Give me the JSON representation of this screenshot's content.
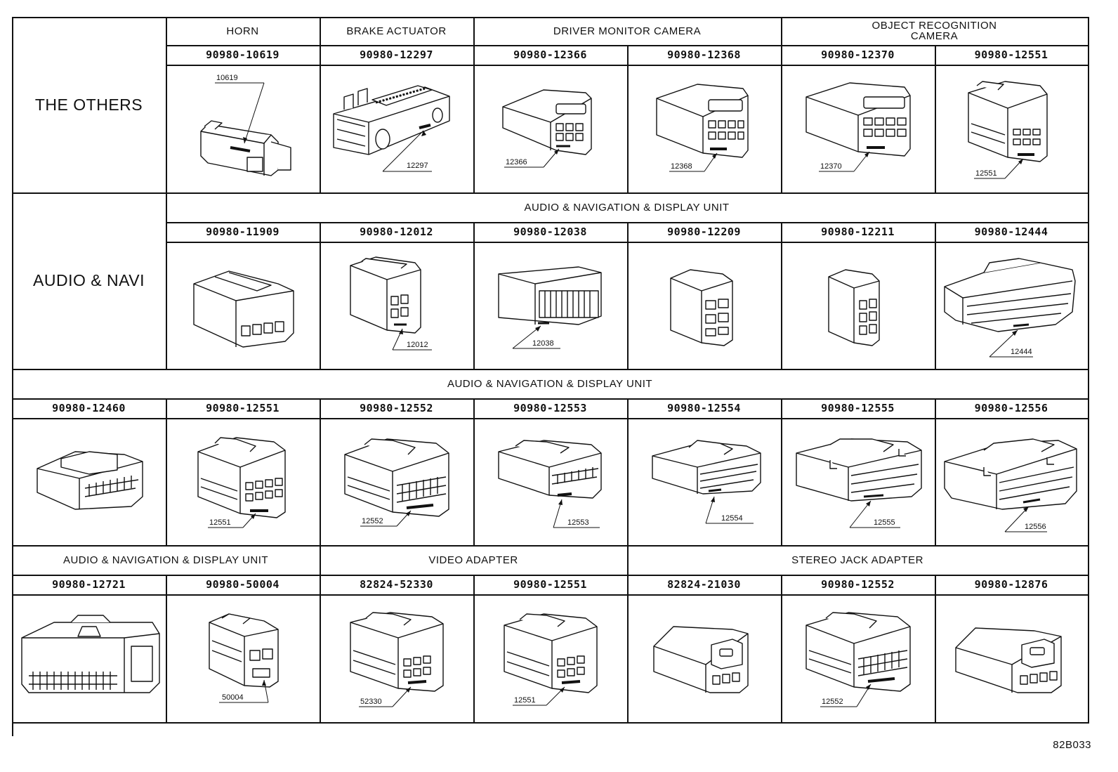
{
  "sections": [
    {
      "category": "THE OTHERS",
      "groups": [
        {
          "label": "HORN"
        },
        {
          "label": "BRAKE ACTUATOR"
        },
        {
          "label": "DRIVER MONITOR CAMERA"
        },
        {
          "label_line1": "OBJECT RECOGNITION",
          "label_line2": "CAMERA"
        }
      ],
      "parts": [
        {
          "part_no": "90980-10619",
          "ref": "10619",
          "icon": "horn-connector-icon"
        },
        {
          "part_no": "90980-12297",
          "ref": "12297",
          "icon": "brake-actuator-connector-icon"
        },
        {
          "part_no": "90980-12366",
          "ref": "12366",
          "icon": "camera-connector-icon"
        },
        {
          "part_no": "90980-12368",
          "ref": "12368",
          "icon": "camera-connector-icon"
        },
        {
          "part_no": "90980-12370",
          "ref": "12370",
          "icon": "camera-connector-icon"
        },
        {
          "part_no": "90980-12551",
          "ref": "12551",
          "icon": "camera-connector-icon"
        }
      ]
    },
    {
      "category": "AUDIO & NAVI",
      "group_label": "AUDIO & NAVIGATION & DISPLAY UNIT",
      "parts": [
        {
          "part_no": "90980-11909",
          "ref": "",
          "icon": "multi-pin-connector-icon"
        },
        {
          "part_no": "90980-12012",
          "ref": "12012",
          "icon": "multi-pin-connector-icon"
        },
        {
          "part_no": "90980-12038",
          "ref": "12038",
          "icon": "multi-pin-connector-icon"
        },
        {
          "part_no": "90980-12209",
          "ref": "",
          "icon": "multi-pin-connector-icon"
        },
        {
          "part_no": "90980-12211",
          "ref": "",
          "icon": "multi-pin-connector-icon"
        },
        {
          "part_no": "90980-12444",
          "ref": "12444",
          "icon": "wide-connector-icon"
        }
      ]
    },
    {
      "group_label": "AUDIO & NAVIGATION & DISPLAY UNIT",
      "parts": [
        {
          "part_no": "90980-12460",
          "ref": "",
          "icon": "multi-pin-connector-icon"
        },
        {
          "part_no": "90980-12551",
          "ref": "12551",
          "icon": "multi-pin-connector-icon"
        },
        {
          "part_no": "90980-12552",
          "ref": "12552",
          "icon": "multi-pin-connector-icon"
        },
        {
          "part_no": "90980-12553",
          "ref": "12553",
          "icon": "wide-connector-icon"
        },
        {
          "part_no": "90980-12554",
          "ref": "12554",
          "icon": "wide-connector-icon"
        },
        {
          "part_no": "90980-12555",
          "ref": "12555",
          "icon": "wide-connector-icon"
        },
        {
          "part_no": "90980-12556",
          "ref": "12556",
          "icon": "wide-connector-icon"
        }
      ]
    },
    {
      "groups": [
        {
          "label": "AUDIO & NAVIGATION & DISPLAY UNIT"
        },
        {
          "label": "VIDEO ADAPTER"
        },
        {
          "label": "STEREO JACK ADAPTER"
        }
      ],
      "parts": [
        {
          "part_no": "90980-12721",
          "ref": "",
          "icon": "wide-connector-icon"
        },
        {
          "part_no": "90980-50004",
          "ref": "50004",
          "icon": "small-connector-icon"
        },
        {
          "part_no": "82824-52330",
          "ref": "52330",
          "icon": "multi-pin-connector-icon"
        },
        {
          "part_no": "90980-12551",
          "ref": "12551",
          "icon": "multi-pin-connector-icon"
        },
        {
          "part_no": "82824-21030",
          "ref": "",
          "icon": "jack-connector-icon"
        },
        {
          "part_no": "90980-12552",
          "ref": "12552",
          "icon": "multi-pin-connector-icon"
        },
        {
          "part_no": "90980-12876",
          "ref": "",
          "icon": "jack-connector-icon"
        }
      ]
    }
  ],
  "drawing_id": "82B033",
  "colors": {
    "line": "#111111",
    "background": "#ffffff"
  }
}
